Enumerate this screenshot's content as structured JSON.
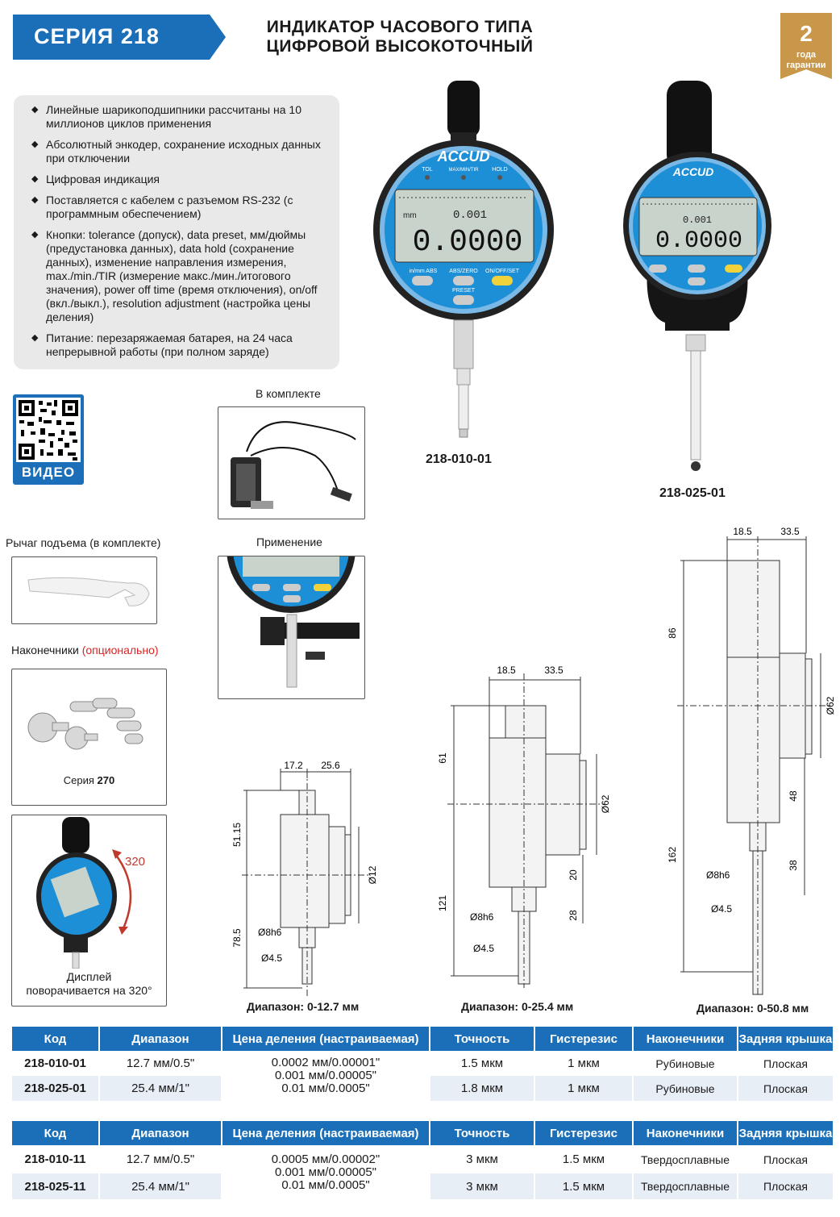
{
  "header": {
    "series": "СЕРИЯ 218",
    "title_line1": "ИНДИКАТОР ЧАСОВОГО ТИПА",
    "title_line2": "ЦИФРОВОЙ ВЫСОКОТОЧНЫЙ",
    "warranty_number": "2",
    "warranty_line1": "года",
    "warranty_line2": "гарантии",
    "brand_color": "#1b6fb8",
    "warranty_color": "#c9974a"
  },
  "features": [
    "Линейные шарикоподшипники рассчитаны на 10 миллионов циклов применения",
    "Абсолютный энкодер, сохранение исходных данных при отключении",
    "Цифровая индикация",
    "Поставляется с кабелем с разъемом RS-232 (с программным обеспечением)",
    "Кнопки: tolerance (допуск), data preset, мм/дюймы (предустановка данных), data hold (сохранение данных), изменение направления измерения, max./min./TIR (измерение макс./мин./итогового значения), power off time (время отключения), on/off (вкл./выкл.), resolution adjustment (настройка цены деления)",
    "Питание: перезаряжаемая батарея, на 24 часа непрерывной работы (при полном заряде)"
  ],
  "video_label": "ВИДЕО",
  "products": {
    "model_1": "218-010-01",
    "model_2": "218-025-01",
    "brand_logo": "ACCUD",
    "display_small_1": "0.001",
    "display_big_1": "0.0000",
    "display_small_2": "0.001",
    "display_big_2": "0.0000",
    "display_unit": "mm",
    "btn_tol": "TOL",
    "btn_maxmin": "MAX/MIN/TIR",
    "btn_hold": "HOLD",
    "btn_mm": "in/mm ABS",
    "btn_abs": "ABS/ZERO",
    "btn_on": "ON/OFF/SET",
    "btn_preset": "PRESET"
  },
  "accessories": {
    "included_title": "В комплекте",
    "application_title": "Применение",
    "lever_title": "Рычаг подъема (в комплекте)",
    "tips_title": "Наконечники",
    "tips_optional": "(опционально)",
    "tips_series_prefix": "Серия",
    "tips_series_num": "270",
    "rotate_angle": "320",
    "rotate_caption_1": "Дисплей",
    "rotate_caption_2": "поворачивается на 320°"
  },
  "drawings": {
    "d1": {
      "top_a": "17.2",
      "top_b": "25.6",
      "h_upper": "51.15",
      "h_lower": "78.5",
      "dia": "Ø12",
      "stem": "Ø8h6",
      "tip": "Ø4.5",
      "range": "Диапазон: 0-12.7 мм"
    },
    "d2": {
      "top_a": "18.5",
      "top_b": "33.5",
      "h_upper": "61",
      "h_lower": "121",
      "dia": "Ø62",
      "stem": "Ø8h6",
      "tip": "Ø4.5",
      "v_20": "20",
      "v_28": "28",
      "range": "Диапазон: 0-25.4 мм"
    },
    "d3": {
      "top_a": "18.5",
      "top_b": "33.5",
      "h_upper": "86",
      "h_lower": "162",
      "dia": "Ø62",
      "stem": "Ø8h6",
      "tip": "Ø4.5",
      "v_48": "48",
      "v_38": "38",
      "range": "Диапазон: 0-50.8 мм"
    }
  },
  "table_headers": [
    "Код",
    "Диапазон",
    "Цена деления (настраиваемая)",
    "Точность",
    "Гистерезис",
    "Наконечники",
    "Задняя крышка"
  ],
  "table1": {
    "resolution": [
      "0.0002 мм/0.00001\"",
      "0.001 мм/0.00005\"",
      "0.01 мм/0.0005\""
    ],
    "rows": [
      {
        "code": "218-010-01",
        "range": "12.7 мм/0.5\"",
        "accuracy": "1.5 мкм",
        "hysteresis": "1 мкм",
        "tips": "Рубиновые",
        "back": "Плоская"
      },
      {
        "code": "218-025-01",
        "range": "25.4 мм/1\"",
        "accuracy": "1.8 мкм",
        "hysteresis": "1 мкм",
        "tips": "Рубиновые",
        "back": "Плоская"
      }
    ]
  },
  "table2": {
    "resolution": [
      "0.0005 мм/0.00002\"",
      "0.001 мм/0.00005\"",
      "0.01 мм/0.0005\""
    ],
    "rows": [
      {
        "code": "218-010-11",
        "range": "12.7 мм/0.5\"",
        "accuracy": "3 мкм",
        "hysteresis": "1.5 мкм",
        "tips": "Твердосплавные",
        "back": "Плоская"
      },
      {
        "code": "218-025-11",
        "range": "25.4 мм/1\"",
        "accuracy": "3 мкм",
        "hysteresis": "1.5 мкм",
        "tips": "Твердосплавные",
        "back": "Плоская"
      }
    ]
  }
}
